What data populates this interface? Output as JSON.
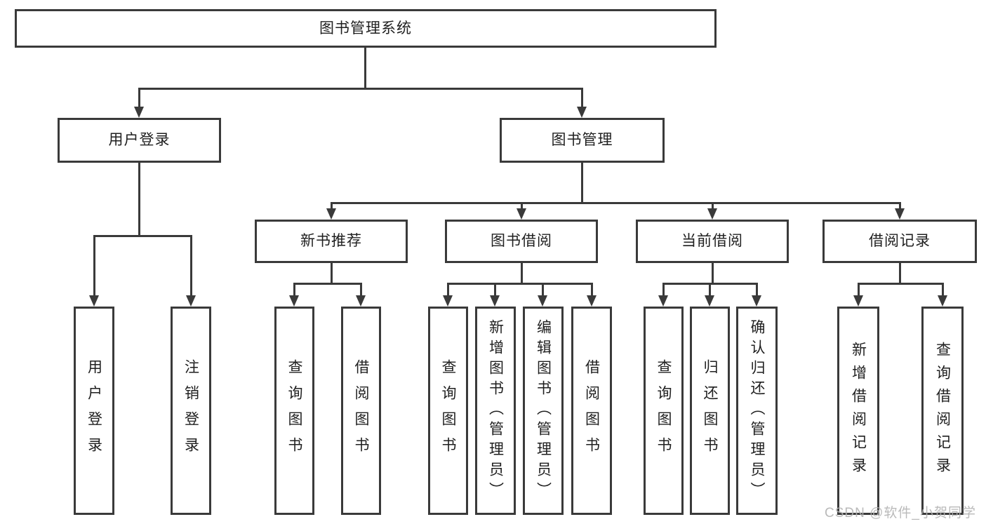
{
  "colors": {
    "line": "#3a3a3a",
    "text": "#1f1f1f",
    "background": "#ffffff",
    "watermark": "#b3b3b3"
  },
  "watermark": {
    "text": "CSDN @软件_小贺同学"
  },
  "tree": {
    "root": {
      "label": "图书管理系统"
    },
    "branches": [
      {
        "label": "用户登录",
        "children": [
          {
            "label": "用户登录"
          },
          {
            "label": "注销登录"
          }
        ]
      },
      {
        "label": "图书管理",
        "children": [
          {
            "label": "新书推荐",
            "children": [
              {
                "label": "查询图书"
              },
              {
                "label": "借阅图书"
              }
            ]
          },
          {
            "label": "图书借阅",
            "children": [
              {
                "label": "查询图书"
              },
              {
                "label": "新增图书（管理员）"
              },
              {
                "label": "编辑图书（管理员）"
              },
              {
                "label": "借阅图书"
              }
            ]
          },
          {
            "label": "当前借阅",
            "children": [
              {
                "label": "查询图书"
              },
              {
                "label": "归还图书"
              },
              {
                "label": "确认归还（管理员）"
              }
            ]
          },
          {
            "label": "借阅记录",
            "children": [
              {
                "label": "新增借阅记录"
              },
              {
                "label": "查询借阅记录"
              }
            ]
          }
        ]
      }
    ]
  }
}
